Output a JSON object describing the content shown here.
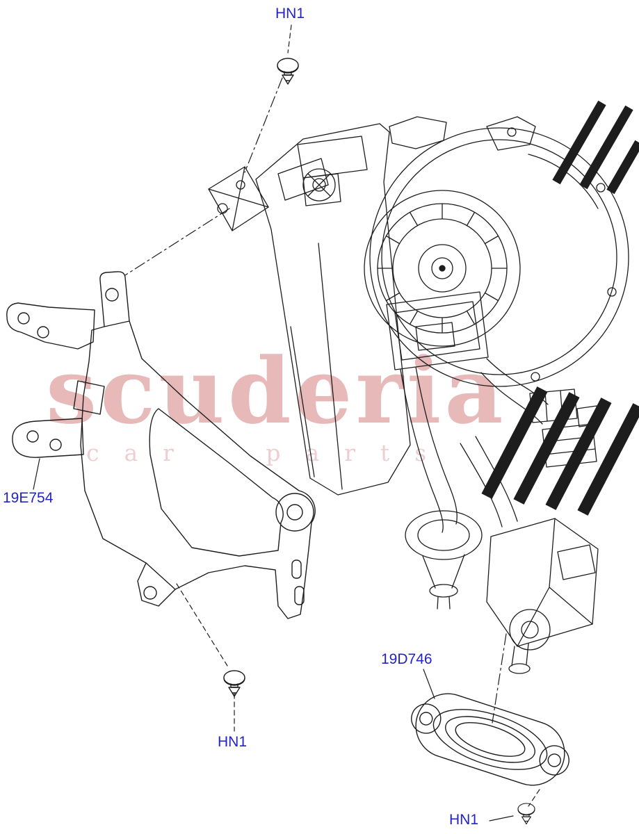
{
  "labels": {
    "hn1_top": "HN1",
    "bracket": "19E754",
    "gasket": "19D746",
    "hn1_bottom_left": "HN1",
    "hn1_bottom_right": "HN1"
  },
  "watermark": {
    "title": "scuderia",
    "subtitle": "car parts"
  },
  "colors": {
    "label": "#2323cc",
    "line": "#1d1d1d",
    "watermark": "#d07676"
  }
}
